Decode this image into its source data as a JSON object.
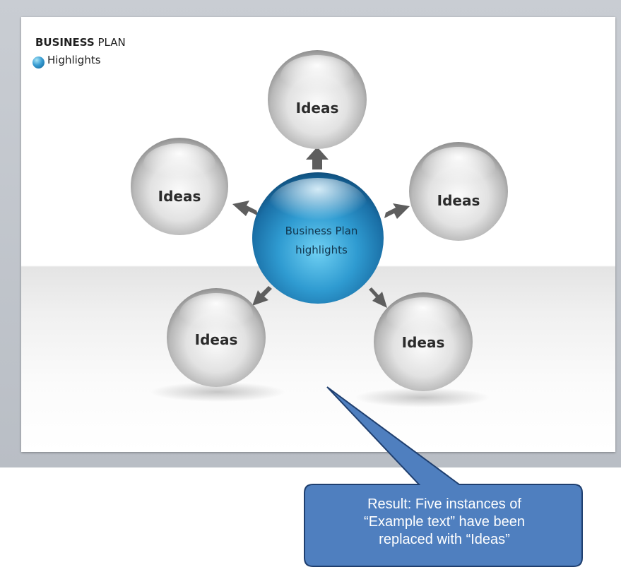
{
  "header": {
    "title_bold": "BUSINESS",
    "title_rest": " PLAN",
    "subtitle": "Highlights"
  },
  "center": {
    "line1": "Business Plan",
    "line2": "highlights"
  },
  "nodes": [
    {
      "label": "Ideas"
    },
    {
      "label": "Ideas"
    },
    {
      "label": "Ideas"
    },
    {
      "label": "Ideas"
    },
    {
      "label": "Ideas"
    }
  ],
  "callout": {
    "line1": "Result: Five instances of",
    "line2": "“Example text” have been",
    "line3": "replaced with “Ideas”"
  },
  "colors": {
    "callout_fill": "#4f7fbf",
    "callout_border": "#1f3f6f",
    "center_sphere": "#2f95c9",
    "node_sphere": "#c8c8c8"
  }
}
